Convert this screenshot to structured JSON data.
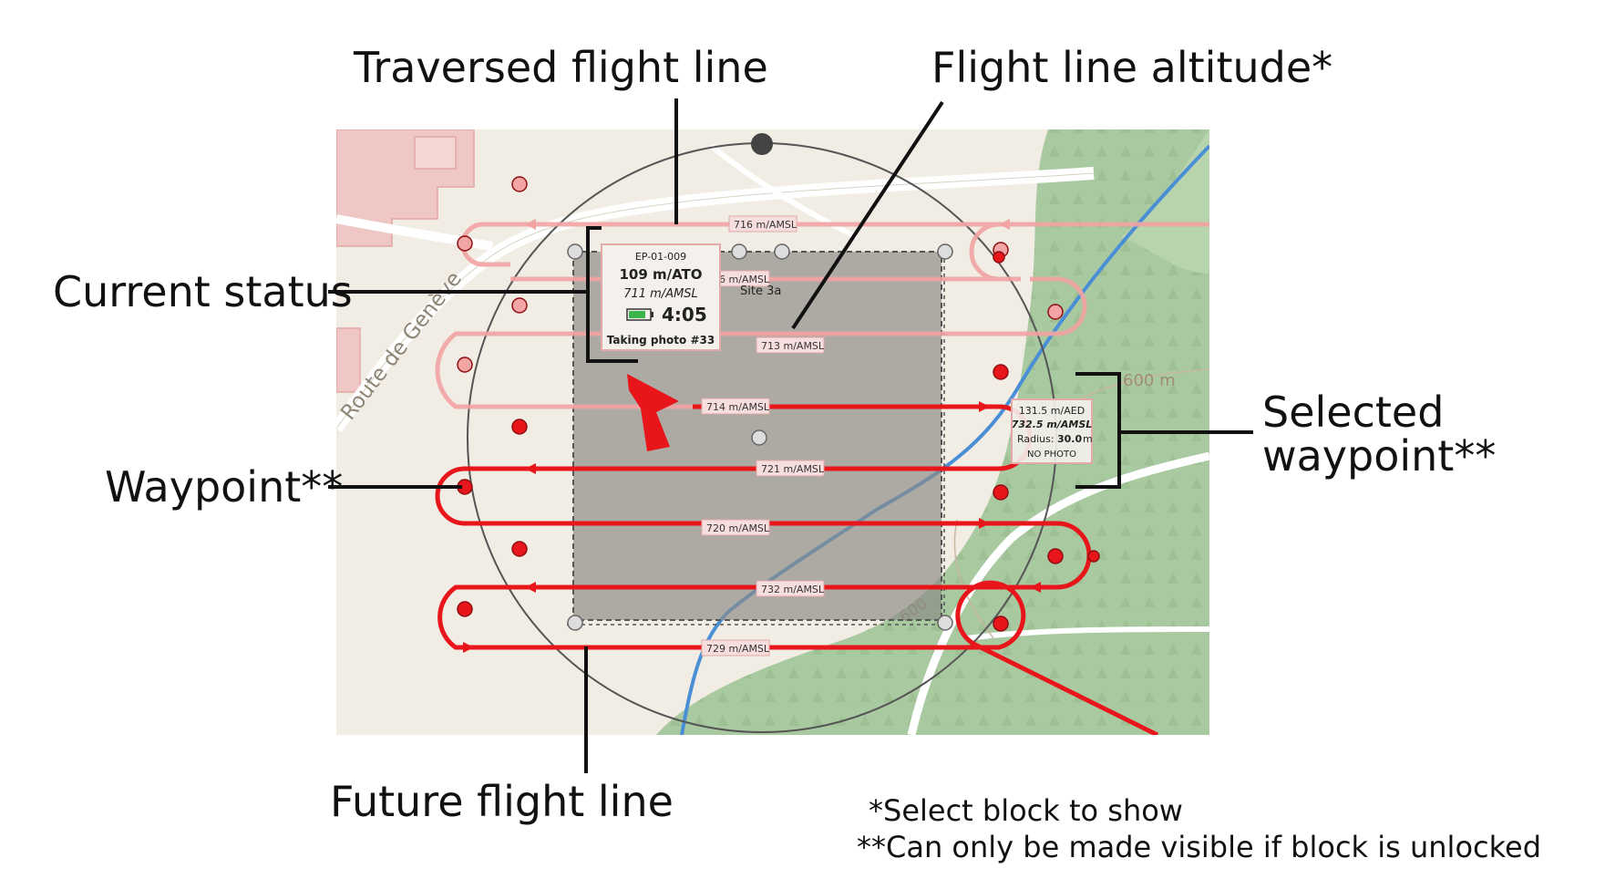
{
  "callouts": {
    "traversed": "Traversed flight line",
    "altitude": "Flight line altitude*",
    "current_status": "Current status",
    "waypoint": "Waypoint**",
    "selected_waypoint_1": "Selected",
    "selected_waypoint_2": "waypoint**",
    "future": "Future flight line"
  },
  "footnotes": {
    "note1": "*Select block to show",
    "note2": "**Can only be made visible if block is unlocked"
  },
  "map": {
    "road_label": "Route de Genève",
    "contour_label": "600 m",
    "contour_label_2": "600",
    "site_label": "Site 3a",
    "flight_line_labels": [
      "716 m/AMSL",
      "716 m/AMSL",
      "713 m/AMSL",
      "714 m/AMSL",
      "721 m/AMSL",
      "720 m/AMSL",
      "732 m/AMSL",
      "729 m/AMSL"
    ]
  },
  "status_box": {
    "id": "EP-01-009",
    "altitude_ato": "109 m/ATO",
    "altitude_amsl": "711 m/AMSL",
    "battery_icon": "battery-icon",
    "time": "4:05",
    "status": "Taking photo #33"
  },
  "waypoint_box": {
    "aed": "131.5 m/AED",
    "amsl": "732.5 m/AMSL",
    "radius_label": "Radius:",
    "radius_value": "30.0",
    "radius_unit": "m",
    "photo": "NO PHOTO"
  },
  "colors": {
    "flight_line": "#e8151b",
    "traversed_line": "#f2a3a3",
    "block_fill": "#8c8a86",
    "map_bg": "#f1ede4",
    "forest": "#a9c9a0",
    "river": "#4a8fd6"
  }
}
